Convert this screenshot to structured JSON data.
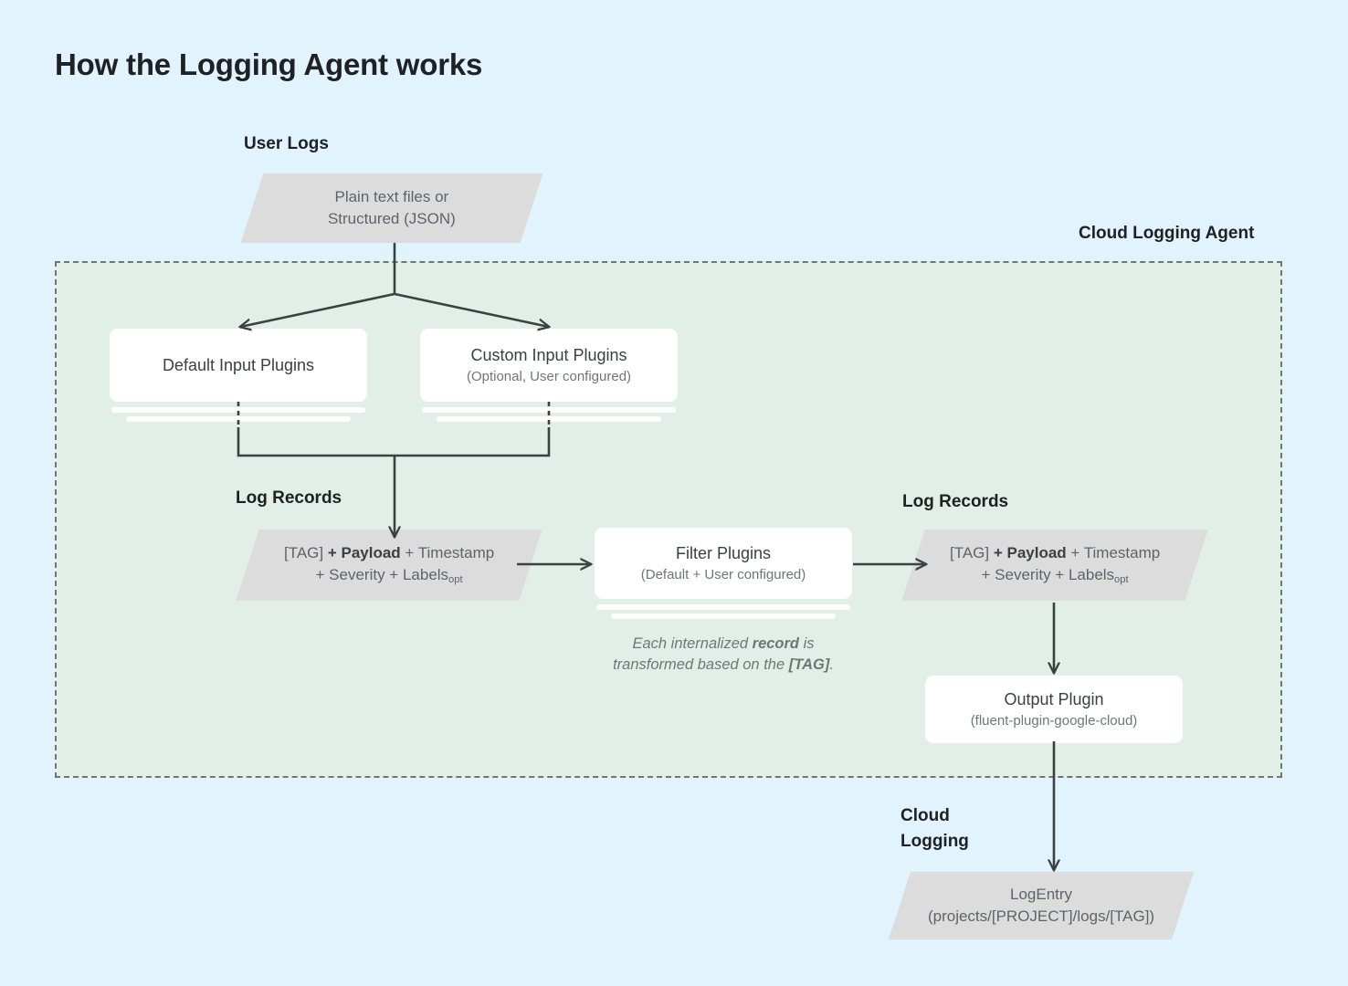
{
  "page": {
    "title": "How the Logging Agent works",
    "bg_color": "#e1f3fd",
    "panel_color": "#e2efe6",
    "shape_color": "#dcdcdc",
    "card_color": "#ffffff",
    "line_color": "#3c4043"
  },
  "labels": {
    "user_logs": "User Logs",
    "cloud_logging_agent": "Cloud Logging Agent",
    "log_records_left": "Log Records",
    "log_records_right": "Log Records",
    "cloud_logging_line1": "Cloud",
    "cloud_logging_line2": "Logging"
  },
  "nodes": {
    "user_logs_source": {
      "line1": "Plain text files or",
      "line2": "Structured (JSON)"
    },
    "default_input_plugins": {
      "title": "Default Input Plugins",
      "subtitle": ""
    },
    "custom_input_plugins": {
      "title": "Custom Input Plugins",
      "subtitle": "(Optional, User configured)"
    },
    "log_record_left": {
      "seg1": "[TAG] ",
      "seg2": "+ Payload",
      "seg3": " + Timestamp",
      "seg4": "+ Severity + Labels",
      "seg5": "opt"
    },
    "log_record_right": {
      "seg1": "[TAG] ",
      "seg2": "+ Payload",
      "seg3": " + Timestamp",
      "seg4": "+ Severity + Labels",
      "seg5": "opt"
    },
    "filter_plugins": {
      "title": "Filter Plugins",
      "subtitle": "(Default + User configured)"
    },
    "output_plugin": {
      "title": "Output Plugin",
      "subtitle": "(fluent-plugin-google-cloud)"
    },
    "log_entry": {
      "title": "LogEntry",
      "subtitle": "(projects/[PROJECT]/logs/[TAG])"
    }
  },
  "notes": {
    "transform_note_1": "Each internalized ",
    "transform_note_2": "record",
    "transform_note_3": " is",
    "transform_note_4": "transformed based on the ",
    "transform_note_5": "[TAG]",
    "transform_note_6": "."
  }
}
